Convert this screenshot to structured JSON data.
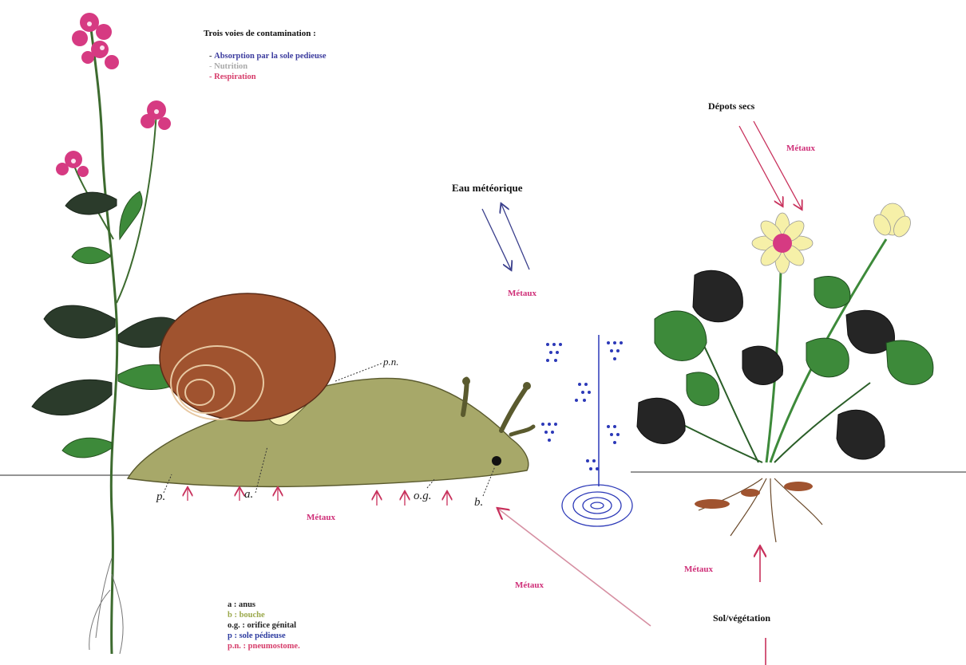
{
  "legend": {
    "title": "Trois voies de contamination :",
    "routes": [
      {
        "label": "Absorption par la sole pedieuse",
        "color": "#3b3b9e"
      },
      {
        "label": "Nutrition",
        "color": "#a9a9a9"
      },
      {
        "label": "Respiration",
        "color": "#d63c6a"
      }
    ]
  },
  "labels": {
    "eau_meteorique": "Eau météorique",
    "depots_secs": "Dépots secs",
    "sol_vegetation": "Sol/végétation",
    "metaux": "Métaux"
  },
  "snail_labels": {
    "pn": "p.n.",
    "p": "p.",
    "a": "a.",
    "og": "o.g.",
    "b": "b."
  },
  "key": [
    {
      "text": "a : anus",
      "color": "#222222"
    },
    {
      "text": "b : bouche",
      "color": "#9aa84a"
    },
    {
      "text": "o.g. : orifice génital",
      "color": "#222222"
    },
    {
      "text": "p : sole pédieuse",
      "color": "#2d3ca0"
    },
    {
      "text": "p.n. : pneumostome.",
      "color": "#d63c6a"
    }
  ],
  "colors": {
    "metal_pink": "#cf2f78",
    "arrow_red": "#c8315c",
    "arrow_blue": "#3a3f8c",
    "rain_blue": "#2c39b8",
    "snail_body": "#a7a869",
    "shell": "#a0532f",
    "leaf_green": "#3d8a3a",
    "flower_pink": "#d63a82",
    "flower_yellow": "#f6f0a8"
  }
}
